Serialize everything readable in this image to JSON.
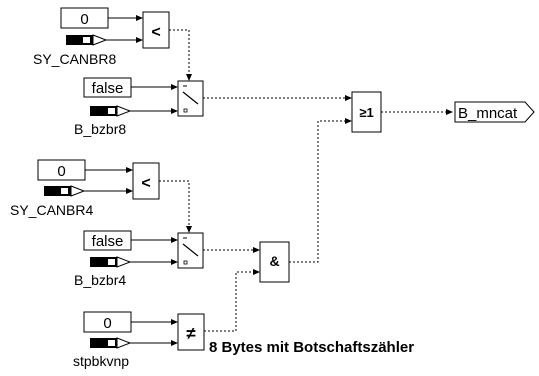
{
  "blocks": {
    "const_top": "0",
    "const_mid": "0",
    "const_bot": "0",
    "false_top": "false",
    "false_mid": "false",
    "lt_symbol": "<",
    "ne_symbol": "≠",
    "and_symbol": "&",
    "or_symbol": "≥1"
  },
  "labels": {
    "sy_canbr8": "SY_CANBR8",
    "b_bzbr8": "B_bzbr8",
    "sy_canbr4": "SY_CANBR4",
    "b_bzbr4": "B_bzbr4",
    "stpbkvnp": "stpbkvnp",
    "output": "B_mncat",
    "note": "8 Bytes mit Botschaftszähler"
  }
}
